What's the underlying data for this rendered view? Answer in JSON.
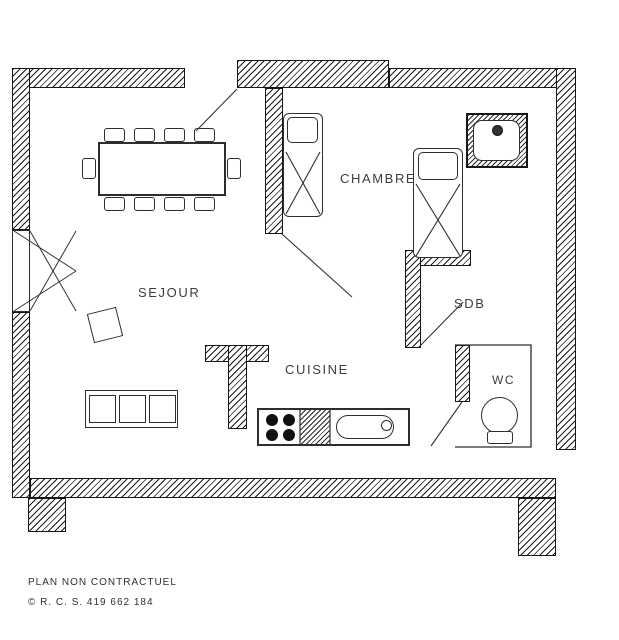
{
  "plan": {
    "rooms": {
      "sejour": {
        "label": "SEJOUR"
      },
      "chambre": {
        "label": "CHAMBRE"
      },
      "cuisine": {
        "label": "CUISINE"
      },
      "sdb": {
        "label": "SDB"
      },
      "wc": {
        "label": "WC"
      }
    },
    "footer": {
      "disclaimer": "PLAN NON CONTRACTUEL",
      "registration": "© R. C. S. 419 662 184"
    },
    "colors": {
      "wall": "#161616",
      "line": "#333333",
      "text": "#3d3d3d",
      "background": "#ffffff"
    }
  }
}
